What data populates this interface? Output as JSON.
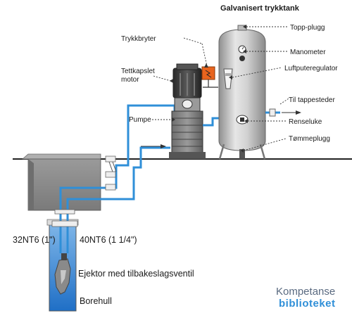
{
  "diagram": {
    "title": "Galvanisert trykktank",
    "labels": {
      "pressure_switch": "Trykkbryter",
      "motor_line1": "Tettkapslet",
      "motor_line2": "motor",
      "pump": "Pumpe",
      "top_plug": "Topp-plugg",
      "manometer": "Manometer",
      "air_regulator": "Luftputeregulator",
      "to_taps": "Til tappesteder",
      "cleanout": "Renseluke",
      "drain_plug": "Tømmeplugg",
      "pipe_small": "32NT6 (1\")",
      "pipe_large": "40NT6 (1 1/4\")",
      "ejector": "Ejektor med tilbakeslagsventil",
      "borehole": "Borehull"
    },
    "logo": {
      "line1": "Kompetanse",
      "line2": "biblioteket"
    }
  },
  "colors": {
    "pipe_blue": "#2f8fd8",
    "water_blue": "#2a7fd4",
    "well_gray": "#8c8c8c",
    "tank_gray": "#c9c9c9",
    "motor_dark": "#3a3a3a",
    "switch_orange": "#e8641e"
  }
}
